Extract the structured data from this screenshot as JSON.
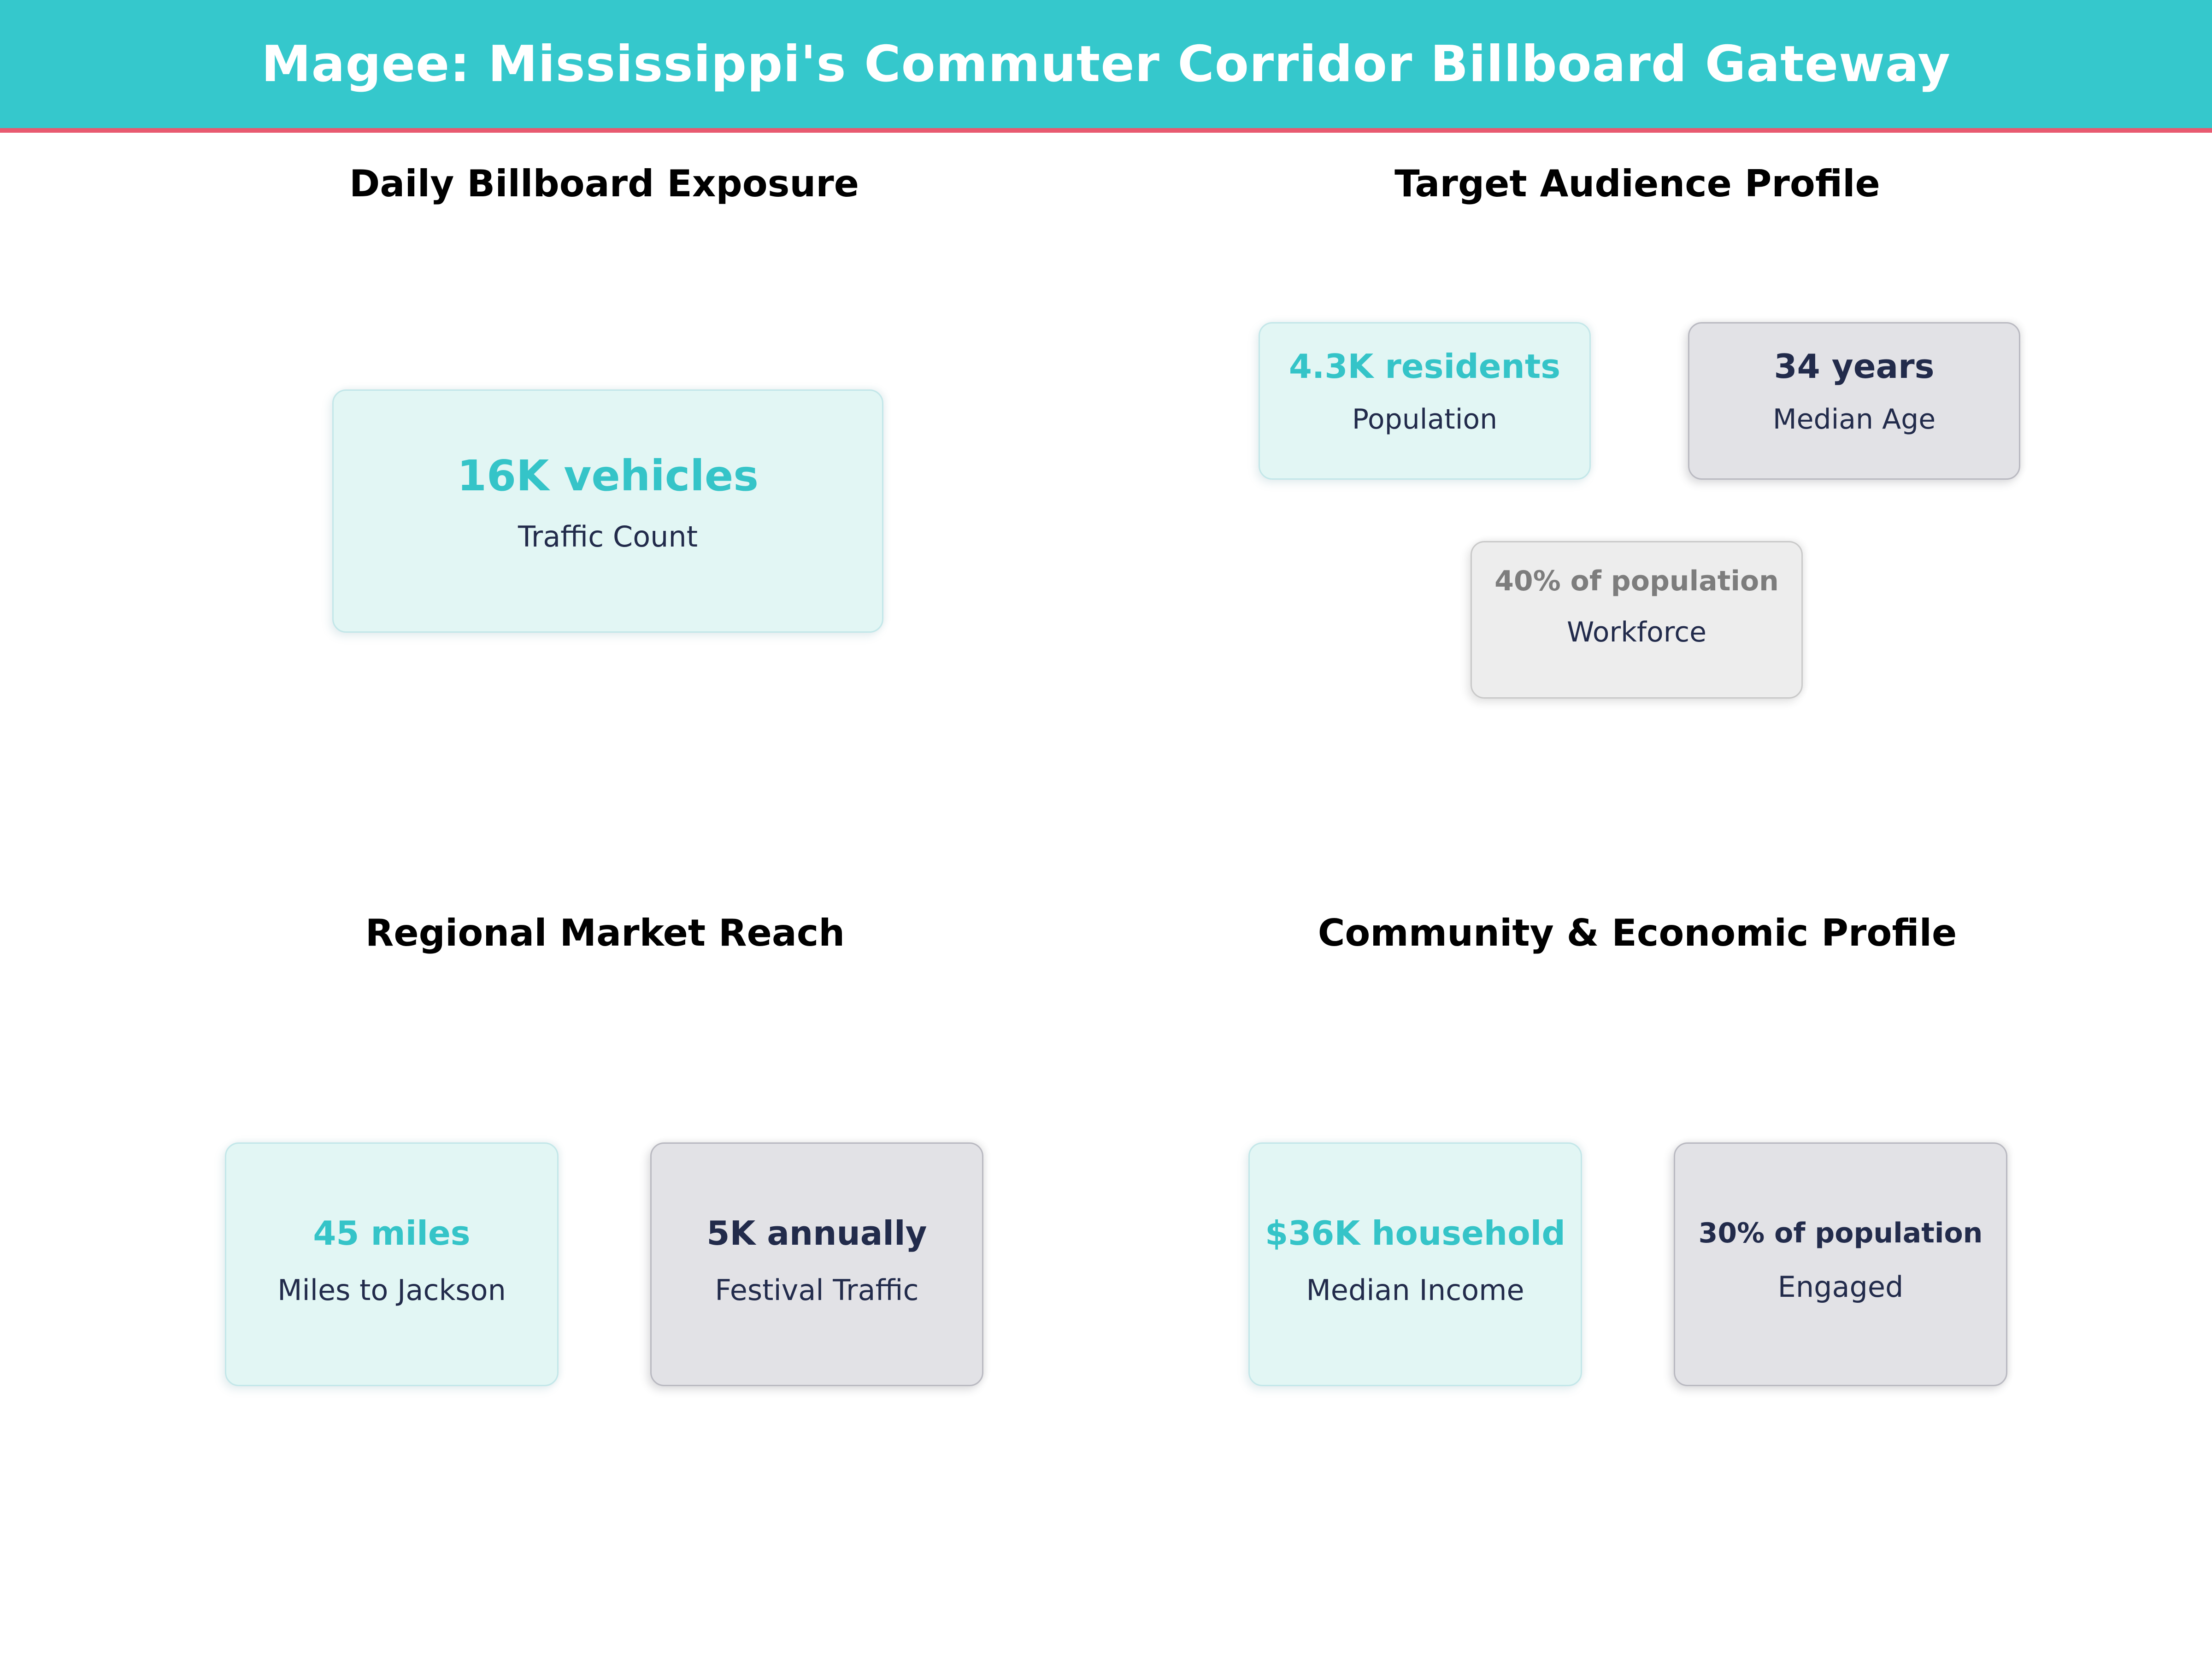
{
  "header": {
    "title": "Magee: Mississippi's Commuter Corridor Billboard Gateway"
  },
  "colors": {
    "header_background": "#35c8cc",
    "header_divider_pink": "#e85a70",
    "accent_teal": "#35c4c8",
    "navy_text": "#222b4b",
    "gray_value_text": "#7d7d7d",
    "teal_card_background": "#e2f6f4",
    "gray_card_background": "#e2e2e6",
    "lightgray_card_background": "#ededed",
    "section_title_text": "#000000",
    "header_title_text": "#ffffff"
  },
  "sections": [
    {
      "title": "Daily Billboard Exposure",
      "cards": [
        {
          "value": "16K vehicles",
          "label": "Traffic Count",
          "style": "teal"
        }
      ]
    },
    {
      "title": "Target Audience Profile",
      "cards": [
        {
          "value": "4.3K residents",
          "label": "Population",
          "style": "teal"
        },
        {
          "value": "34 years",
          "label": "Median Age",
          "style": "gray"
        },
        {
          "value": "40% of population",
          "label": "Workforce",
          "style": "lightgray"
        }
      ]
    },
    {
      "title": "Regional Market Reach",
      "cards": [
        {
          "value": "45 miles",
          "label": "Miles to Jackson",
          "style": "teal"
        },
        {
          "value": "5K annually",
          "label": "Festival Traffic",
          "style": "gray"
        }
      ]
    },
    {
      "title": "Community & Economic Profile",
      "cards": [
        {
          "value": "$36K household",
          "label": "Median Income",
          "style": "teal"
        },
        {
          "value": "30% of population",
          "label": "Engaged",
          "style": "gray"
        }
      ]
    }
  ],
  "chart_data": {
    "type": "table",
    "title": "Magee: Mississippi's Commuter Corridor Billboard Gateway",
    "groups": [
      {
        "title": "Daily Billboard Exposure",
        "stats": [
          {
            "metric": "Traffic Count",
            "display": "16K vehicles",
            "value": 16000,
            "unit": "vehicles"
          }
        ]
      },
      {
        "title": "Target Audience Profile",
        "stats": [
          {
            "metric": "Population",
            "display": "4.3K residents",
            "value": 4300,
            "unit": "residents"
          },
          {
            "metric": "Median Age",
            "display": "34 years",
            "value": 34,
            "unit": "years"
          },
          {
            "metric": "Workforce",
            "display": "40% of population",
            "value": 40,
            "unit": "% of population"
          }
        ]
      },
      {
        "title": "Regional Market Reach",
        "stats": [
          {
            "metric": "Miles to Jackson",
            "display": "45 miles",
            "value": 45,
            "unit": "miles"
          },
          {
            "metric": "Festival Traffic",
            "display": "5K annually",
            "value": 5000,
            "unit": "annually"
          }
        ]
      },
      {
        "title": "Community & Economic Profile",
        "stats": [
          {
            "metric": "Median Income",
            "display": "$36K household",
            "value": 36000,
            "unit": "USD household"
          },
          {
            "metric": "Engaged",
            "display": "30% of population",
            "value": 30,
            "unit": "% of population"
          }
        ]
      }
    ],
    "layout": {
      "grid": "2x2",
      "legend": false,
      "grid_lines": false
    }
  }
}
